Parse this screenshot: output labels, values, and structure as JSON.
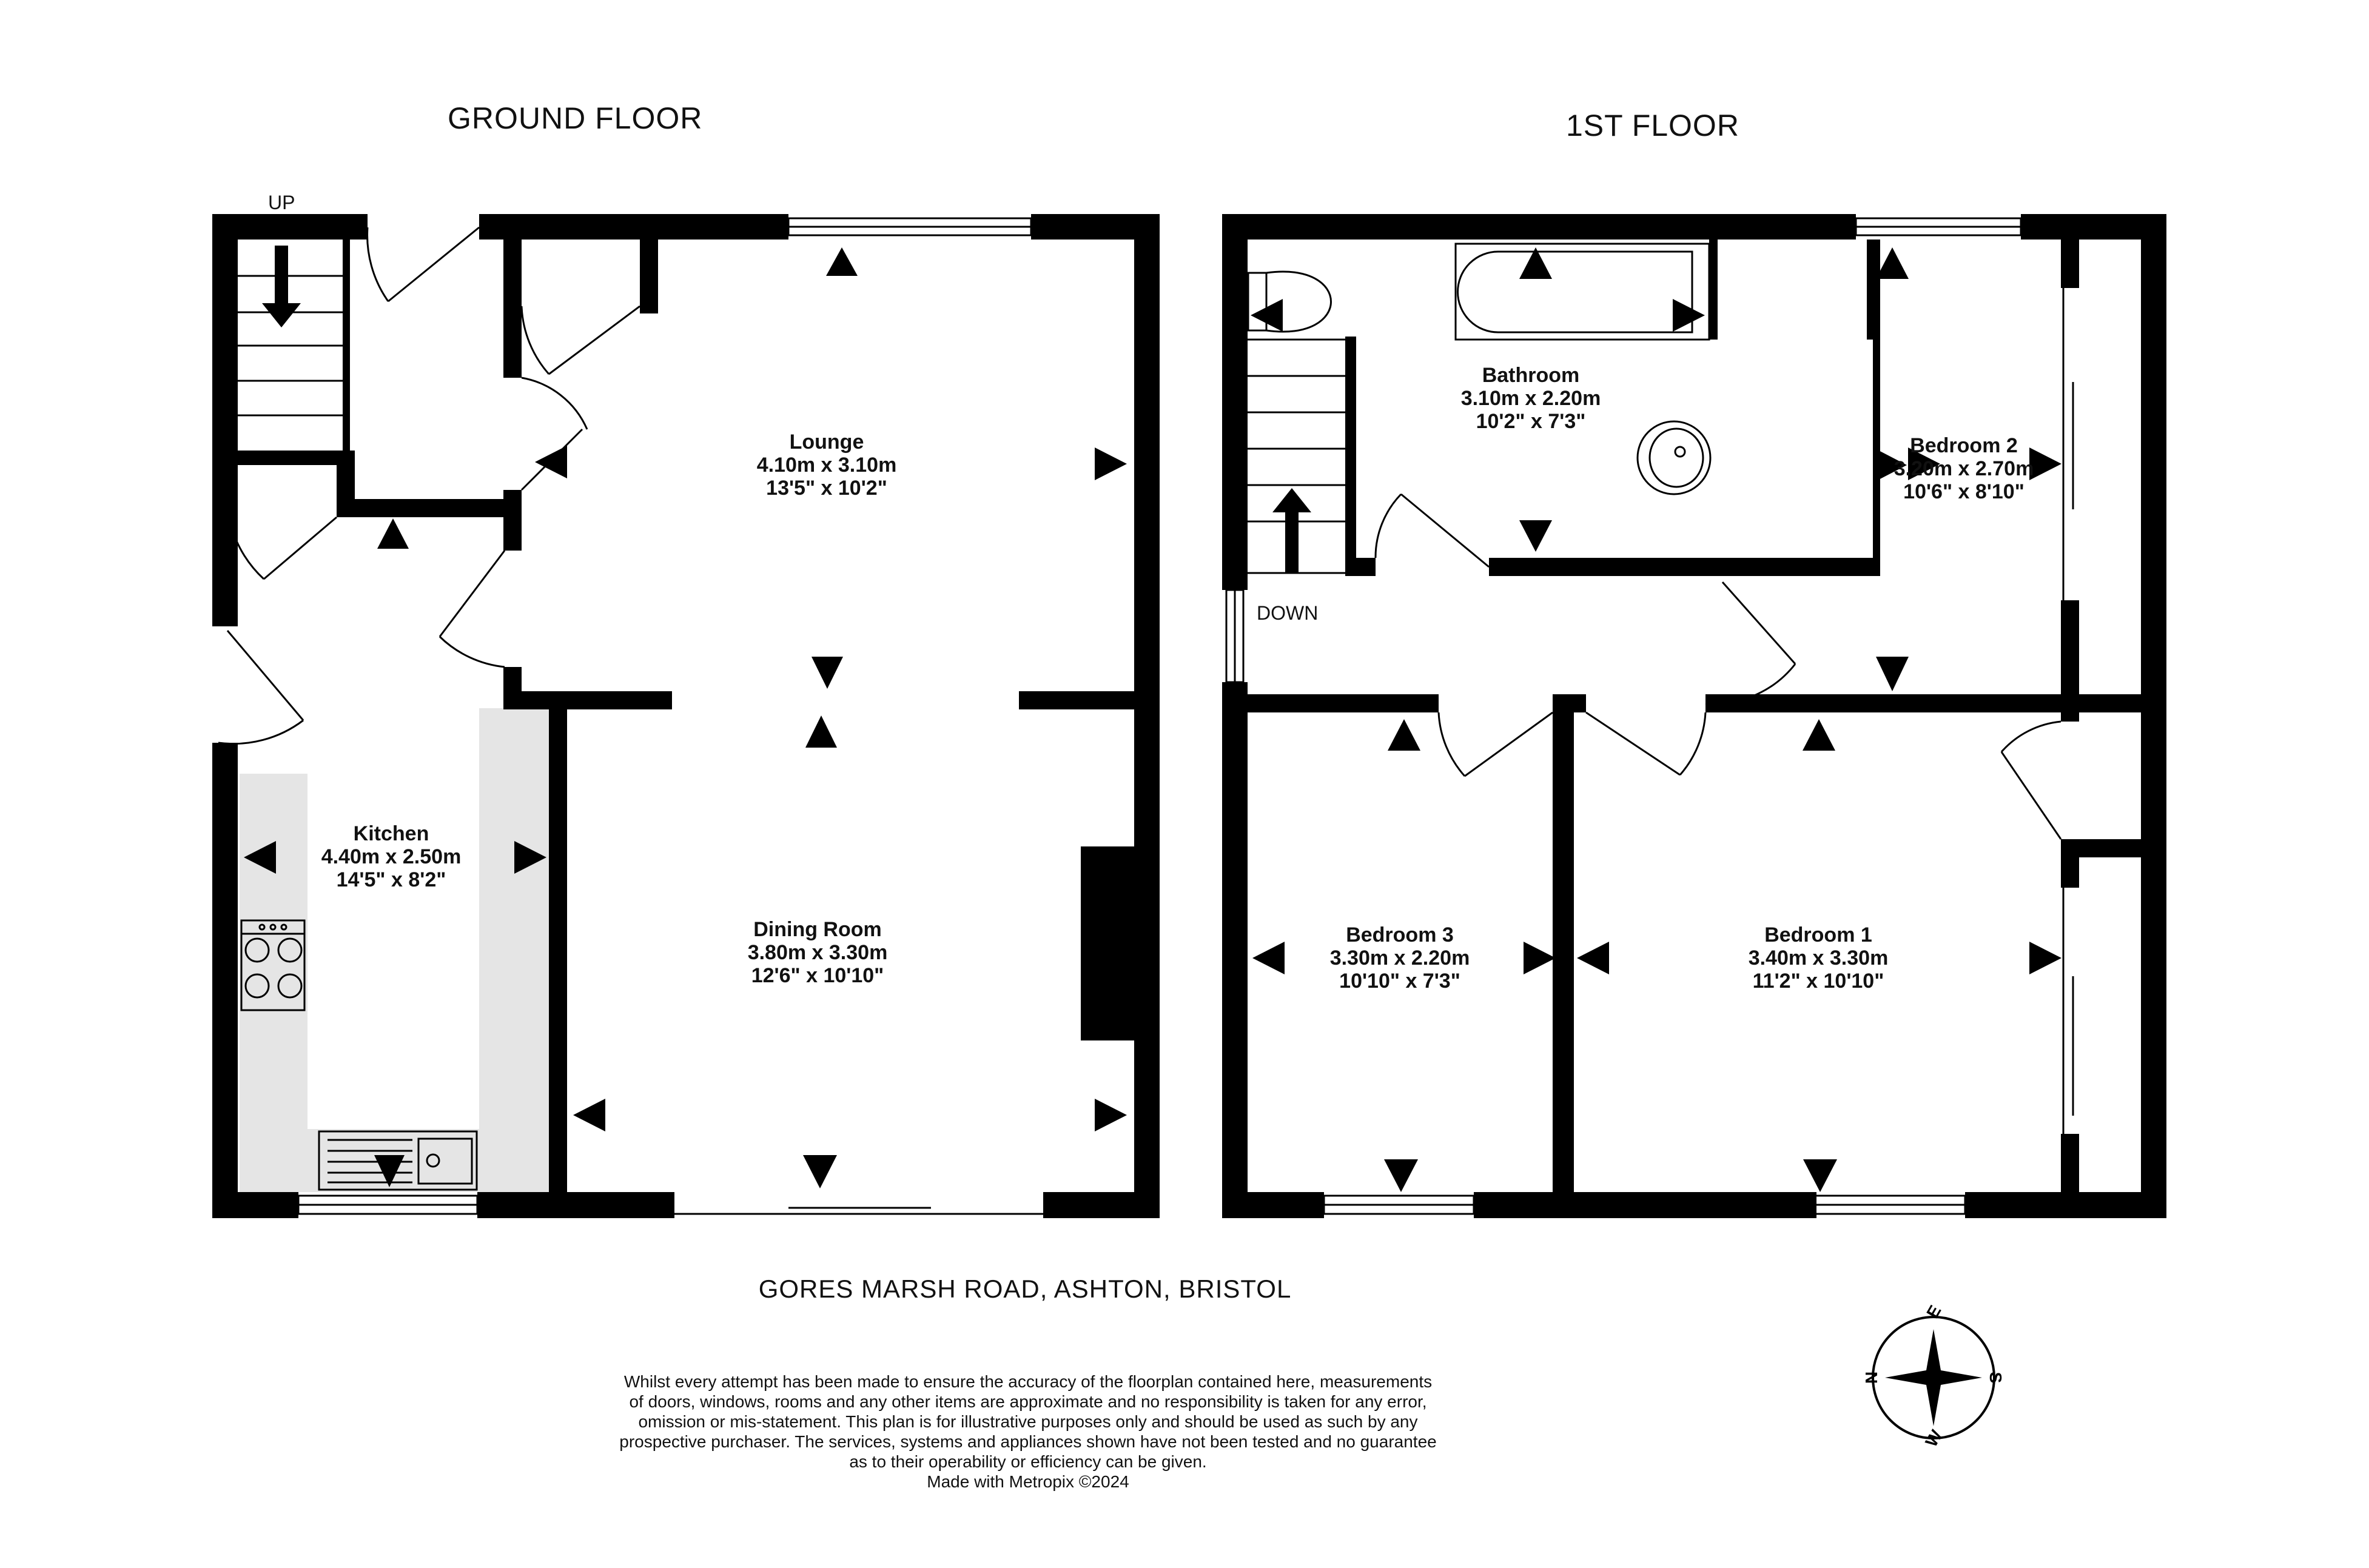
{
  "floors": [
    {
      "title": "GROUND FLOOR"
    },
    {
      "title": "1ST FLOOR"
    }
  ],
  "rooms": [
    {
      "name": "Lounge",
      "metric": "4.10m  x 3.10m",
      "imperial": "13'5\"  x 10'2\""
    },
    {
      "name": "Kitchen",
      "metric": "4.40m  x 2.50m",
      "imperial": "14'5\"  x 8'2\""
    },
    {
      "name": "Dining Room",
      "metric": "3.80m  x 3.30m",
      "imperial": "12'6\"  x 10'10\""
    },
    {
      "name": "Bathroom",
      "metric": "3.10m  x 2.20m",
      "imperial": "10'2\"  x 7'3\""
    },
    {
      "name": "Bedroom 2",
      "metric": "3.20m  x 2.70m",
      "imperial": "10'6\"  x 8'10\""
    },
    {
      "name": "Bedroom 3",
      "metric": "3.30m  x 2.20m",
      "imperial": "10'10\"  x 7'3\""
    },
    {
      "name": "Bedroom 1",
      "metric": "3.40m  x 3.30m",
      "imperial": "11'2\"  x 10'10\""
    }
  ],
  "stair_labels": {
    "up": "UP",
    "down": "DOWN"
  },
  "address": "GORES MARSH ROAD, ASHTON, BRISTOL",
  "disclaimer": [
    "Whilst every attempt has been made to ensure the accuracy of the floorplan contained here, measurements",
    "of doors, windows, rooms and any other items are approximate and no responsibility is taken for any error,",
    "omission or mis-statement. This plan is for illustrative purposes only and should be used as such by any",
    "prospective purchaser. The services, systems and appliances shown have not been tested and no guarantee",
    "as to their operability or efficiency can be given.",
    "Made with Metropix ©2024"
  ],
  "compass": {
    "n": "N",
    "e": "E",
    "s": "S",
    "w": "W"
  },
  "colors": {
    "wall": "#000000",
    "worktop": "#e5e5e5",
    "background": "#ffffff"
  }
}
